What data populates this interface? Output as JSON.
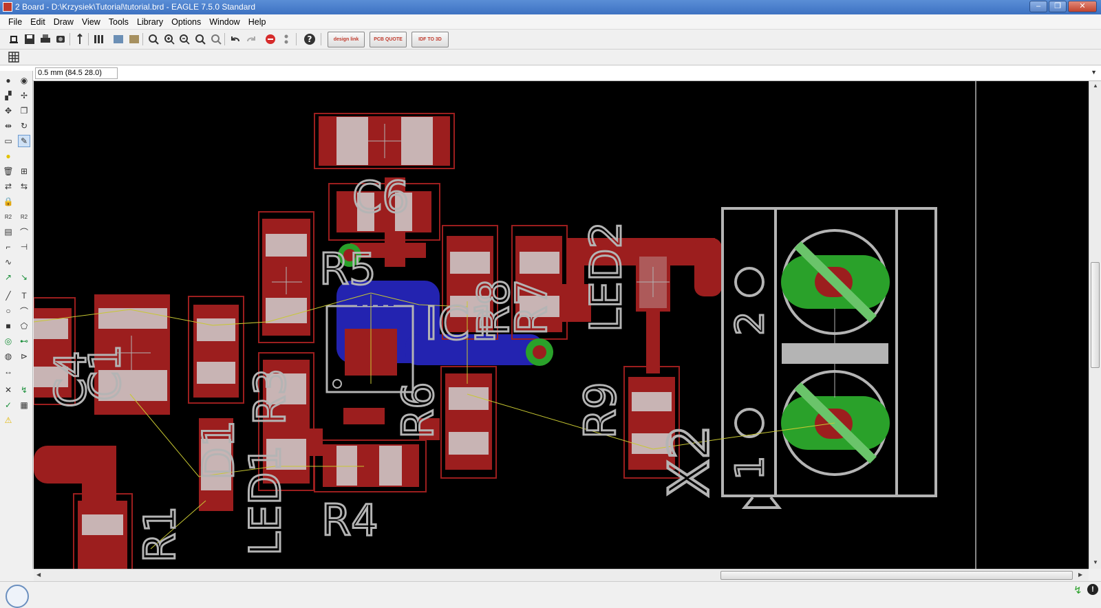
{
  "window": {
    "title": "2 Board - D:\\Krzysiek\\Tutorial\\tutorial.brd - EAGLE 7.5.0 Standard",
    "minimize": "–",
    "maximize": "❐",
    "close": "✕"
  },
  "menu": [
    "File",
    "Edit",
    "Draw",
    "View",
    "Tools",
    "Library",
    "Options",
    "Window",
    "Help"
  ],
  "toolbar": {
    "design_link": "design link",
    "pcb_quote": "PCB QUOTE",
    "idf_to_3d": "IDF TO 3D",
    "help_symbol": "?"
  },
  "command_line": {
    "coordinate": "0.5 mm (84.5 28.0)",
    "value": ""
  },
  "board": {
    "labels": {
      "c6": "C6",
      "r5": "R5",
      "c4": "C4",
      "r8": "R8",
      "ic1": "IC1",
      "r3": "R3",
      "led1": "LED1",
      "r4": "R4",
      "led2": "LED2",
      "r9": "R9",
      "x2": "X2",
      "pin2": "2",
      "pin1": "1",
      "d1": "D1",
      "r6": "R6",
      "r1": "R1",
      "c1": "C1",
      "r7": "R7"
    },
    "colors": {
      "background": "#000000",
      "copper_top": "#9c1e1e",
      "copper_bottom": "#2323b0",
      "pad_silk": "#c8b4b4",
      "silkscreen": "#b4b4b4",
      "via_ring": "#2aa12a",
      "airwire": "#c8c832",
      "pad_highlight": "#2aa12a"
    }
  }
}
